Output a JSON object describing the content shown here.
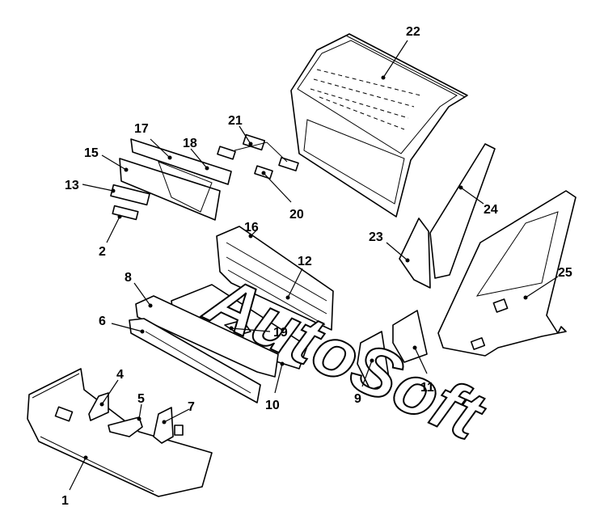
{
  "watermark": "AutoSoft",
  "callouts": [
    {
      "id": "c1",
      "label": "1"
    },
    {
      "id": "c2",
      "label": "2"
    },
    {
      "id": "c4",
      "label": "4"
    },
    {
      "id": "c5",
      "label": "5"
    },
    {
      "id": "c6",
      "label": "6"
    },
    {
      "id": "c7",
      "label": "7"
    },
    {
      "id": "c8",
      "label": "8"
    },
    {
      "id": "c9",
      "label": "9"
    },
    {
      "id": "c10",
      "label": "10"
    },
    {
      "id": "c11",
      "label": "11"
    },
    {
      "id": "c12",
      "label": "12"
    },
    {
      "id": "c13",
      "label": "13"
    },
    {
      "id": "c15",
      "label": "15"
    },
    {
      "id": "c16",
      "label": "16"
    },
    {
      "id": "c17",
      "label": "17"
    },
    {
      "id": "c18",
      "label": "18"
    },
    {
      "id": "c19",
      "label": "19"
    },
    {
      "id": "c20",
      "label": "20"
    },
    {
      "id": "c21",
      "label": "21"
    },
    {
      "id": "c22",
      "label": "22"
    },
    {
      "id": "c23",
      "label": "23"
    },
    {
      "id": "c24",
      "label": "24"
    },
    {
      "id": "c25",
      "label": "25"
    }
  ]
}
